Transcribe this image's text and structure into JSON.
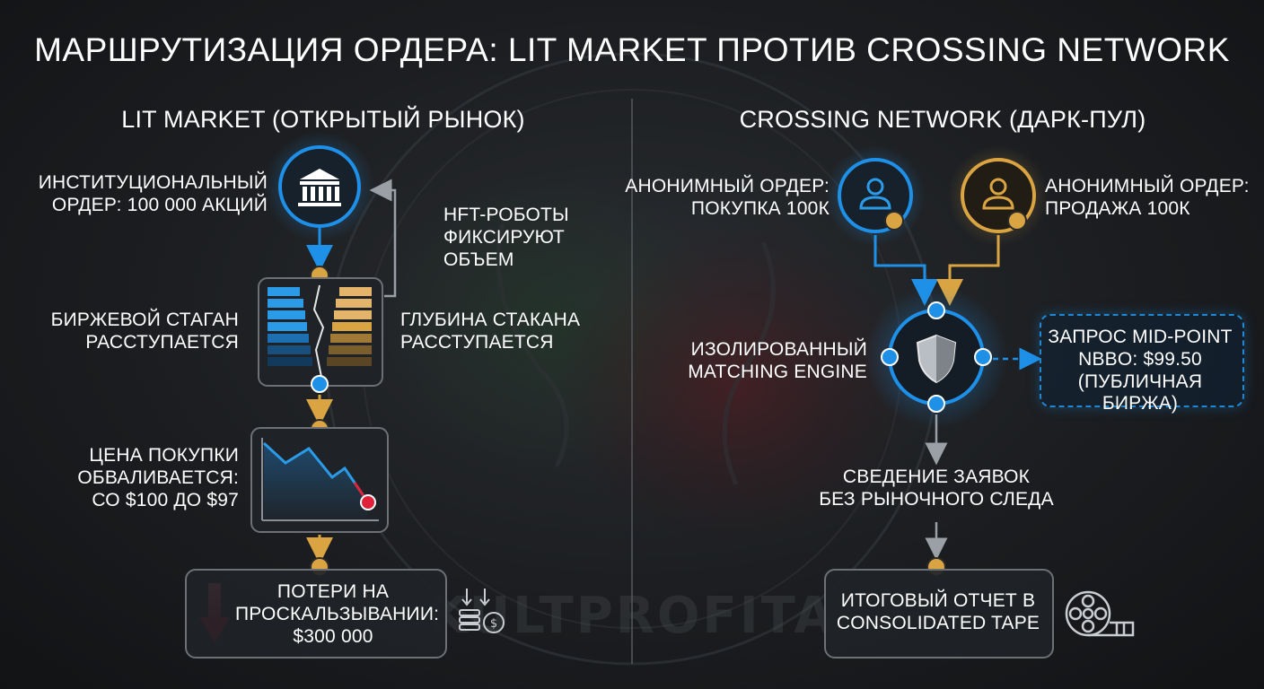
{
  "title": "МАРШРУТИЗАЦИЯ ОРДЕРА: LIT MARKET ПРОТИВ CROSSING NETWORK",
  "watermark": "KULTPROFITA",
  "lit": {
    "title": "LIT MARKET (ОТКРЫТЫЙ РЫНОК)",
    "order_label": [
      "ИНСТИТУЦИОНАЛЬНЫЙ",
      "ОРДЕР: 100 000 АКЦИЙ"
    ],
    "hft_label": [
      "HFT-РОБОТЫ",
      "ФИКСИРУЮТ",
      "ОБЪЕМ"
    ],
    "book_left_label": [
      "БИРЖЕВОЙ СТАГАН",
      "РАССТУПАЕТСЯ"
    ],
    "book_right_label": [
      "ГЛУБИНА СТАКАНА",
      "РАССТУПАЕТСЯ"
    ],
    "price_label": [
      "ЦЕНА ПОКУПКИ",
      "ОБВАЛИВАЕТСЯ:",
      "СО $100 ДО $97"
    ],
    "loss_label": [
      "ПОТЕРИ НА",
      "ПРОСКАЛЬЗЫВАНИИ:",
      "$300 000"
    ]
  },
  "dark": {
    "title": "CROSSING NETWORK (ДАРК-ПУЛ)",
    "buy_label": [
      "АНОНИМНЫЙ ОРДЕР:",
      "ПОКУПКА 100К"
    ],
    "sell_label": [
      "АНОНИМНЫЙ ОРДЕР:",
      "ПРОДАЖА 100К"
    ],
    "engine_label": [
      "ИЗОЛИРОВАННЫЙ",
      "MATCHING ENGINE"
    ],
    "nbbo_label": [
      "ЗАПРОС MID-POINT",
      "NBBO: $99.50",
      "(ПУБЛИЧНАЯ БИРЖА)"
    ],
    "matching_label": [
      "СВЕДЕНИЕ ЗАЯВОК",
      "БЕЗ РЫНОЧНОГО СЛЕДА"
    ],
    "report_label": [
      "ИТОГОВЫЙ ОТЧЕТ В",
      "CONSOLIDATED TAPE"
    ]
  },
  "colors": {
    "blue": "#1e90e8",
    "gold": "#d9a441",
    "red": "#e0213a",
    "arrow_gray": "#9aa0a6"
  },
  "icons": [
    "bank-icon",
    "order-book-icon",
    "price-chart-icon",
    "down-arrow-icon",
    "coins-icon",
    "user-buy-icon",
    "user-sell-icon",
    "shield-icon",
    "film-reel-icon"
  ]
}
